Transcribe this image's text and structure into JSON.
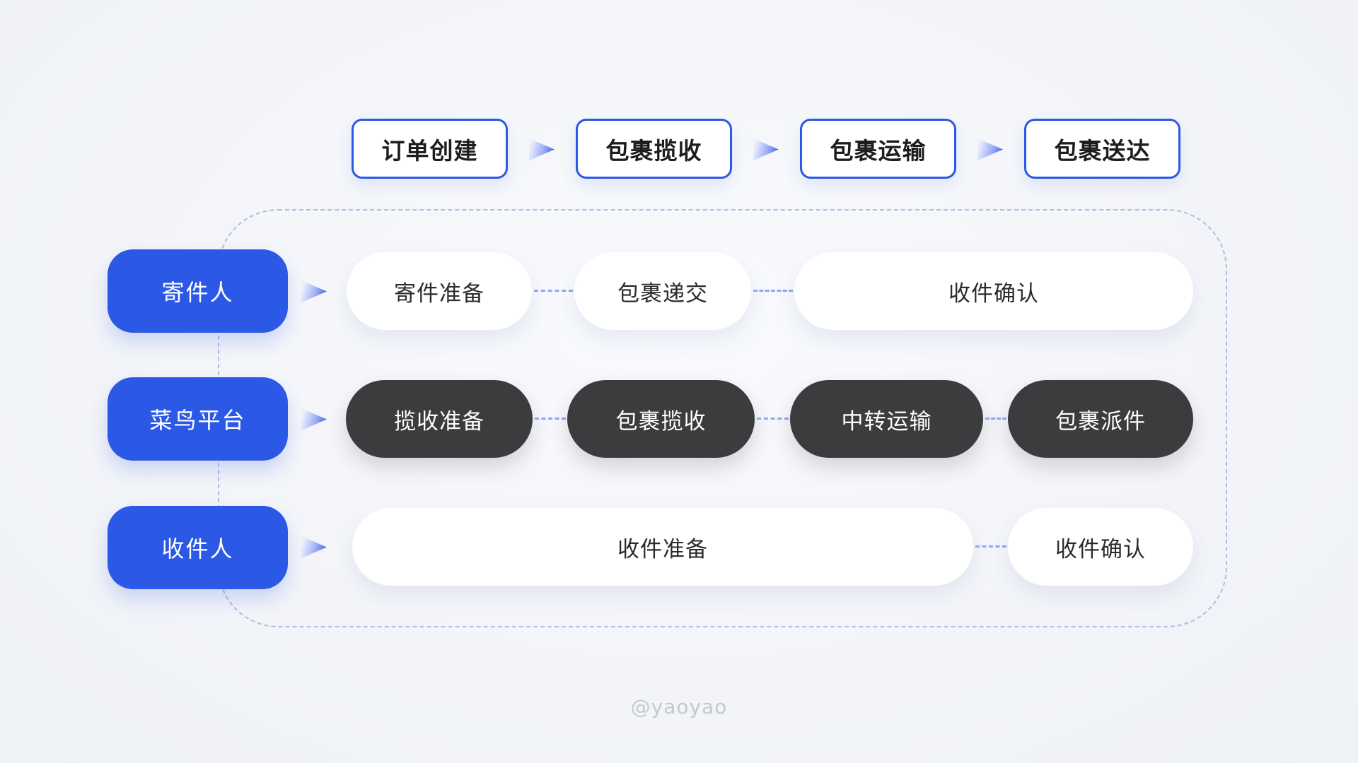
{
  "watermark": "@yaoyao",
  "colors": {
    "background": "#f2f4f8",
    "accent_blue": "#2b59e6",
    "dark_node": "#3c3c3e",
    "white_node": "#ffffff",
    "dashed_connector": "#8fa6f2",
    "frame_dash": "#8699dd",
    "top_box_text": "#1d1d20"
  },
  "top_flow": {
    "steps": [
      "订单创建",
      "包裹揽收",
      "包裹运输",
      "包裹送达"
    ]
  },
  "lanes": [
    {
      "actor": "寄件人",
      "steps": [
        "寄件准备",
        "包裹递交",
        "收件确认"
      ]
    },
    {
      "actor": "菜鸟平台",
      "steps": [
        "揽收准备",
        "包裹揽收",
        "中转运输",
        "包裹派件"
      ]
    },
    {
      "actor": "收件人",
      "steps": [
        "收件准备",
        "收件确认"
      ]
    }
  ]
}
